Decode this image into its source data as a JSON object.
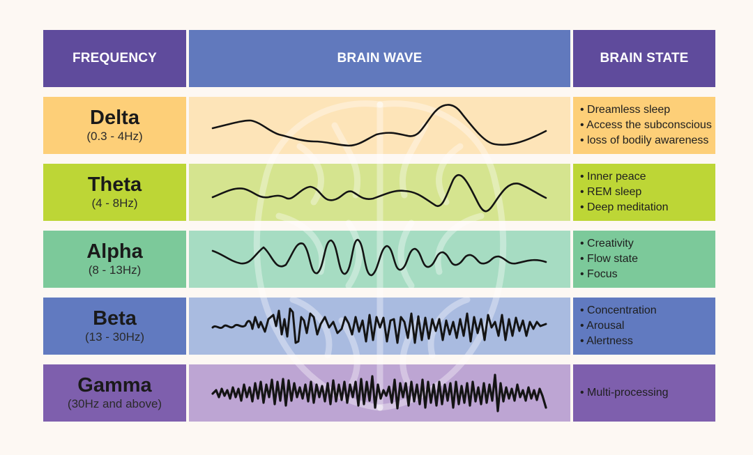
{
  "header": {
    "frequency": "FREQUENCY",
    "brain_wave": "BRAIN WAVE",
    "brain_state": "BRAIN STATE"
  },
  "colors": {
    "background": "#fdf8f3",
    "header_frequency": "#5f4b9c",
    "header_wave": "#6179bd",
    "header_state": "#5f4b9c"
  },
  "rows": [
    {
      "name": "Delta",
      "range": "(0.3 - 4Hz)",
      "states": [
        "• Dreamless sleep",
        "• Access the subconscious",
        "• loss of bodily awareness"
      ],
      "color": "#fdcf78",
      "wave_color": "#fde4b8"
    },
    {
      "name": "Theta",
      "range": "(4 - 8Hz)",
      "states": [
        "• Inner peace",
        "• REM sleep",
        "• Deep meditation"
      ],
      "color": "#bdd636",
      "wave_color": "#d5e48f"
    },
    {
      "name": "Alpha",
      "range": "(8 - 13Hz)",
      "states": [
        "• Creativity",
        "• Flow state",
        "• Focus"
      ],
      "color": "#7cc99a",
      "wave_color": "#a6dcc2"
    },
    {
      "name": "Beta",
      "range": "(13 - 30Hz)",
      "states": [
        "• Concentration",
        "• Arousal",
        "• Alertness"
      ],
      "color": "#617ac0",
      "wave_color": "#a9bbe0"
    },
    {
      "name": "Gamma",
      "range": "(30Hz and above)",
      "states": [
        "• Multi-processing"
      ],
      "color": "#7e5fad",
      "wave_color": "#bda5d3"
    }
  ]
}
